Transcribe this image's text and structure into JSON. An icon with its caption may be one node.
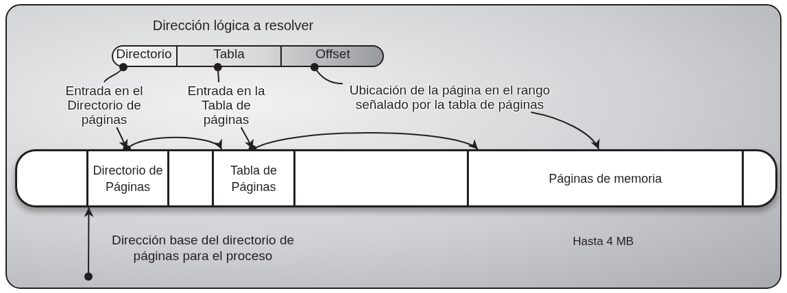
{
  "diagram": {
    "title": "Dirección lógica a resolver",
    "nodes": [
      {
        "text": [
          "Directorio"
        ]
      },
      {
        "text": [
          "Tabla"
        ]
      },
      {
        "text": [
          "Offset"
        ]
      },
      {
        "text": [
          "Entrada en el Directorio de páginas"
        ]
      },
      {
        "text": [
          "Entrada en la Tabla de páginas"
        ]
      },
      {
        "text": [
          "Ubicación de la página en el rango señalado por la tabla de páginas"
        ]
      },
      {
        "text": [],
        "shape": "box"
      },
      {
        "text": [
          "Directorio de Páginas"
        ]
      },
      {
        "text": [],
        "shape": "box"
      },
      {
        "text": [
          "Tabla de Páginas"
        ]
      },
      {
        "text": [],
        "shape": "box"
      },
      {
        "text": [
          "Páginas de memoria"
        ]
      },
      {
        "text": [],
        "shape": "box"
      }
    ],
    "edges": [
      {
        "from": 0,
        "to": 3,
        "arrow": "other"
      },
      {
        "from": 3,
        "to": 7,
        "arrow": "to"
      },
      {
        "from": 7,
        "to": 9,
        "arrow": "to"
      },
      {
        "from": 1,
        "to": 4,
        "arrow": "other"
      },
      {
        "from": 4,
        "to": 9,
        "arrow": "to"
      },
      {
        "from": 9,
        "to": 11,
        "arrow": "to"
      },
      {
        "from": 2,
        "to": 5,
        "arrow": "other"
      },
      {
        "from": 5,
        "to": 11,
        "arrow": "to"
      },
      {
        "from": null,
        "to": 7,
        "arrow": "to"
      }
    ],
    "labels": [
      "Dirección base del directorio de páginas para el proceso",
      "Hasta 4 MB"
    ]
  }
}
